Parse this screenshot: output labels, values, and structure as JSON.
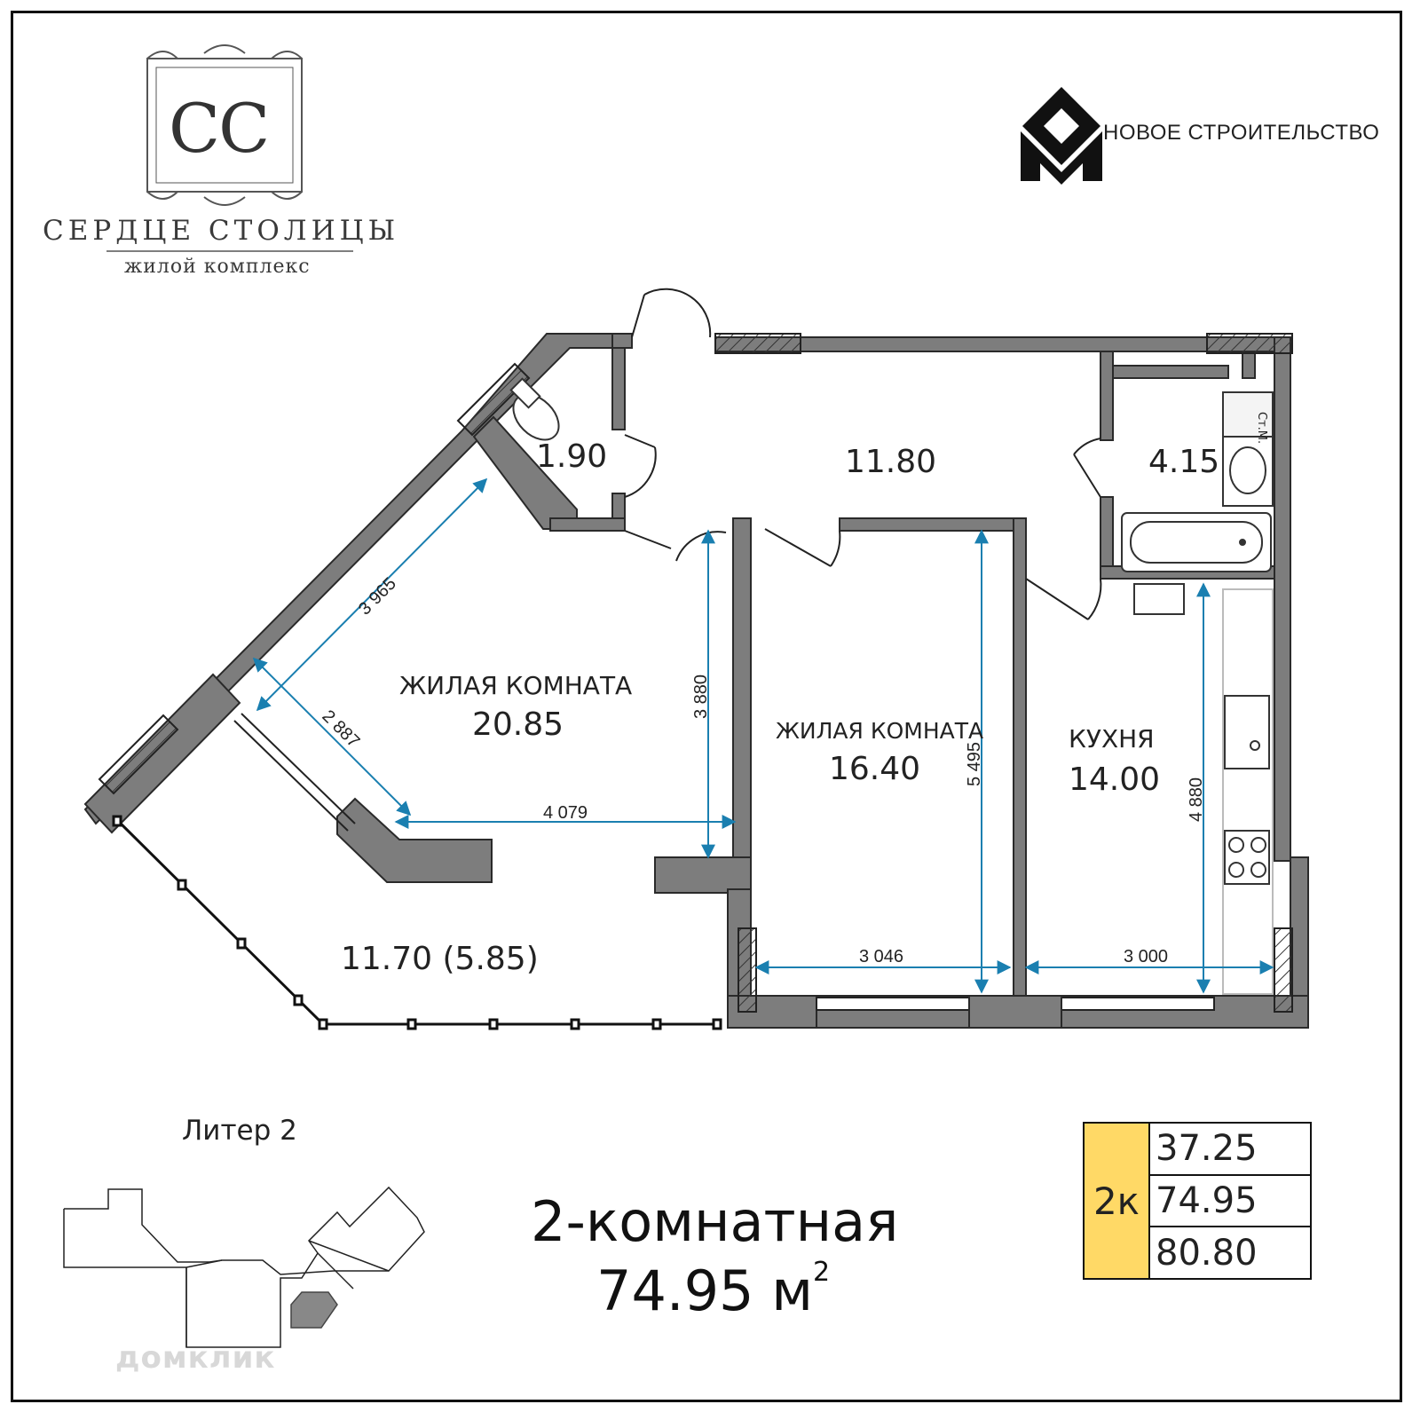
{
  "brand": {
    "monogram": "CC",
    "title": "СЕРДЦЕ СТОЛИЦЫ",
    "subtitle": "жилой комплекс"
  },
  "developer": {
    "name": "НОВОЕ СТРОИТЕЛЬСТВО"
  },
  "rooms": {
    "wc_area": "1.90",
    "hall_area": "11.80",
    "bath_area": "4.15",
    "living1_label": "ЖИЛАЯ КОМНАТА",
    "living1_area": "20.85",
    "living2_label": "ЖИЛАЯ КОМНАТА",
    "living2_area": "16.40",
    "kitchen_label": "КУХНЯ",
    "kitchen_area": "14.00",
    "balcony_area": "11.70 (5.85)",
    "bath_label": "Ст.М."
  },
  "dimensions": {
    "d1": "3 965",
    "d2": "2 887",
    "d3": "3 880",
    "d4": "4 079",
    "d5": "5 495",
    "d6": "4 880",
    "d7": "3 046",
    "d8": "3 000"
  },
  "building": {
    "litera": "Литер 2"
  },
  "apartment": {
    "type": "2-комнатная",
    "area": "74.95 м",
    "area_unit_sup": "2"
  },
  "legend": {
    "code": "2к",
    "values": [
      "37.25",
      "74.95",
      "80.80"
    ]
  },
  "watermark": "домклик",
  "colors": {
    "wall": "#7d7d7d",
    "dimension": "#1a7fb0",
    "legend_accent": "#ffd966"
  }
}
